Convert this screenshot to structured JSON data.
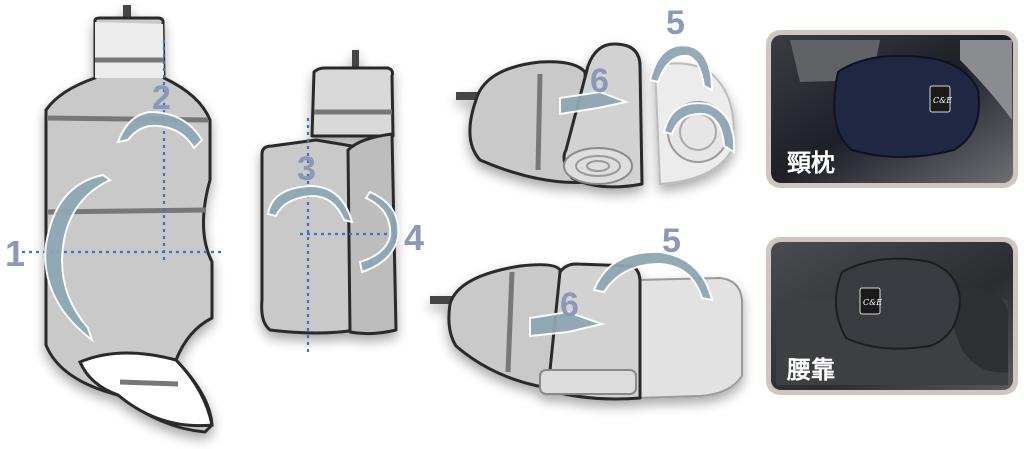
{
  "steps": {
    "s1": "1",
    "s2": "2",
    "s3": "3",
    "s4": "4",
    "s5a": "5",
    "s6a": "6",
    "s5b": "5",
    "s6b": "6"
  },
  "photos": {
    "neck_pillow": {
      "caption": "頸枕",
      "logo": "C&E"
    },
    "lumbar_support": {
      "caption": "腰靠",
      "logo": "C&E"
    }
  },
  "colors": {
    "step_number": "#8d97b7",
    "fold_line": "#3b74c4",
    "arrow": "#8fa7b4",
    "cushion_fill": "#c9c9c9",
    "cushion_light": "#e2e2e2",
    "photo_frame": "#cfc7bf"
  }
}
